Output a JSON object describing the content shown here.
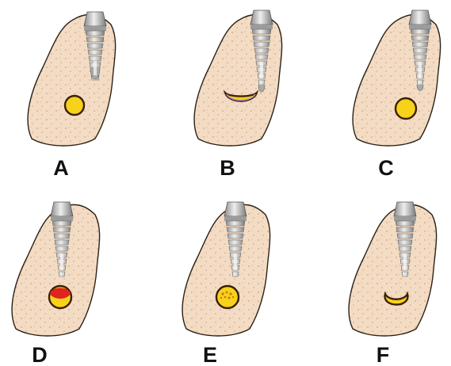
{
  "colors": {
    "bone_fill": "#f3dcc3",
    "bone_outline": "#2b2118",
    "bone_dots": "#c9a689",
    "implant_light": "#e8e8e8",
    "implant_mid": "#b9b9b9",
    "implant_dark": "#7d7d7d",
    "defect_yellow": "#f7d21a",
    "defect_outline": "#3a2008",
    "defect_red": "#e0231e",
    "defect_purple": "#b690d8",
    "label_text": "#111111"
  },
  "panels": [
    {
      "label": "A",
      "defect": "yellow-circle-below-apex"
    },
    {
      "label": "B",
      "defect": "yellow-crescent-touching-apex-purple-edge"
    },
    {
      "label": "C",
      "defect": "yellow-circle-touching-apex"
    },
    {
      "label": "D",
      "defect": "red-and-yellow-circle-apex-contact"
    },
    {
      "label": "E",
      "defect": "yellow-circle-with-granules-apex-contact"
    },
    {
      "label": "F",
      "defect": "yellow-crescent-apex-embedded"
    }
  ]
}
